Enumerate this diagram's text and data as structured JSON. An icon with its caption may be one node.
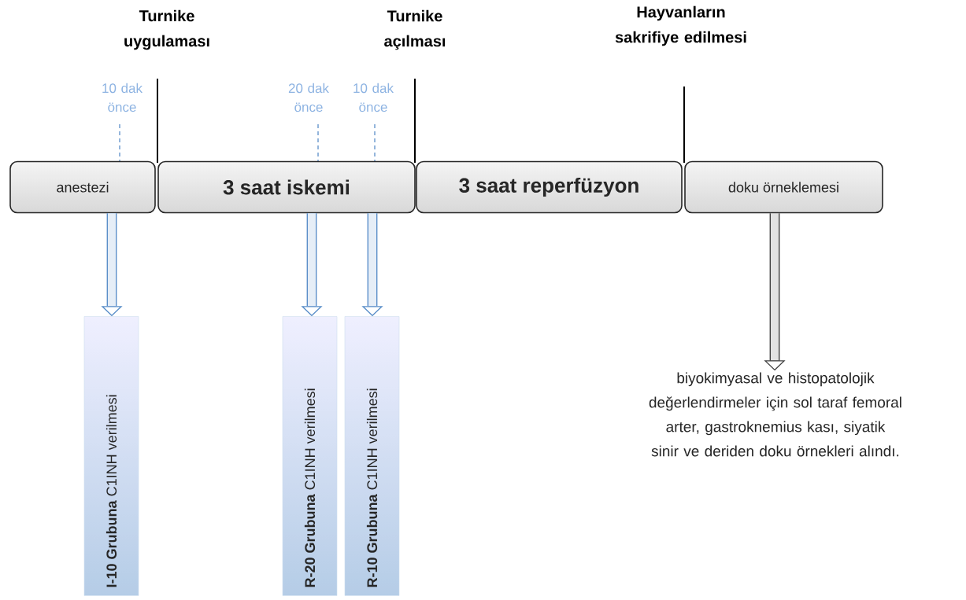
{
  "diagram": {
    "nodes": [
      {
        "text": [
          "anestezi"
        ]
      },
      {
        "text": [
          "3 saat iskemi"
        ]
      },
      {
        "text": [
          "3 saat reperfüzyon"
        ]
      },
      {
        "text": [
          "doku örneklemesi"
        ]
      },
      {
        "text": [
          "**I-10 Grubuna** C1INH verilmesi"
        ]
      },
      {
        "text": [
          "**R-20 Grubuna** C1INH verilmesi"
        ]
      },
      {
        "text": [
          "**R-10 Grubuna** C1INH verilmesi"
        ]
      },
      {
        "text": [
          "biyokimyasal ve histopatolojik değerlendirmeler için sol taraf femoral arter, gastroknemius kası, siyatik sinir ve deriden doku örnekleri alındı."
        ]
      }
    ],
    "edges": [
      {
        "from": 0,
        "to": 4,
        "arrow": "to"
      },
      {
        "from": 1,
        "to": 5,
        "arrow": "to"
      },
      {
        "from": 1,
        "to": 6,
        "arrow": "to"
      },
      {
        "from": 3,
        "to": 7,
        "arrow": "to",
        "color": "#404040"
      }
    ],
    "labels": [
      "Turnike uygulaması",
      "Turnike açılması",
      "Hayvanların sakrifiye edilmesi",
      "10 dak önce",
      "20 dak önce",
      "10 dak önce"
    ]
  }
}
